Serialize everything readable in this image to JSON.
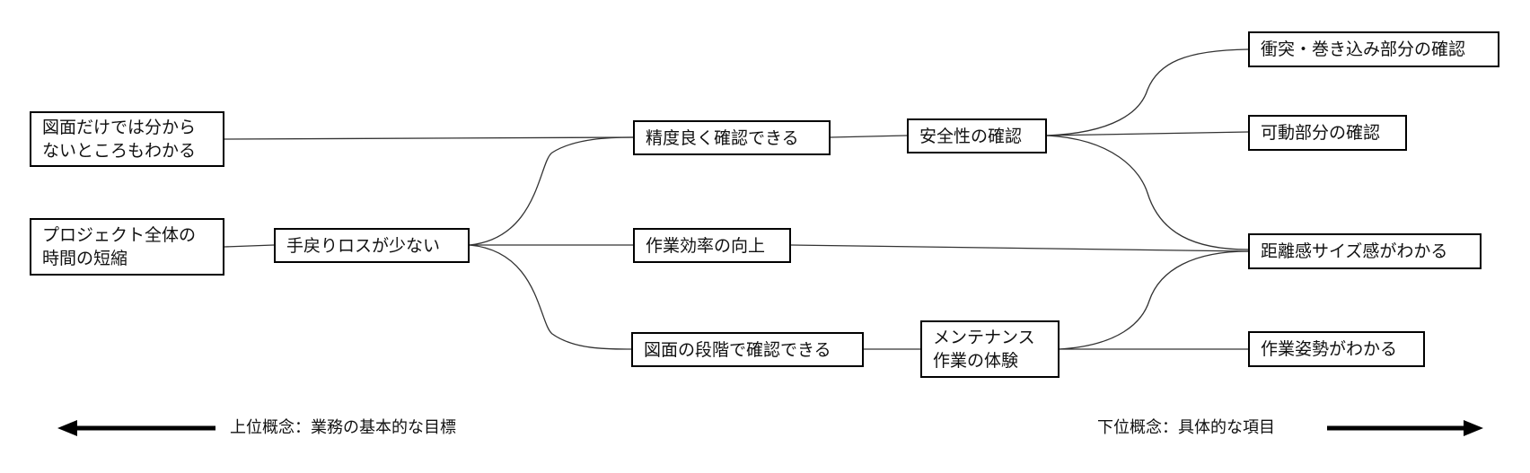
{
  "diagram": {
    "nodes": {
      "zumen_dake": "図面だけでは分から\nないところもわかる",
      "project_time": "プロジェクト全体の\n時間の短縮",
      "temodori": "手戻りロスが少ない",
      "seido": "精度良く確認できる",
      "sagyo_koritsu": "作業効率の向上",
      "zumen_dankai": "図面の段階で確認できる",
      "anzensei": "安全性の確認",
      "maintenance": "メンテナンス\n作業の体験",
      "shototsu": "衝突・巻き込み部分の確認",
      "kado": "可動部分の確認",
      "kyorikan": "距離感サイズ感がわかる",
      "sagyo_shisei": "作業姿勢がわかる"
    },
    "legend": {
      "left_caption": "上位概念：業務の基本的な目標",
      "right_caption": "下位概念：具体的な項目"
    }
  }
}
